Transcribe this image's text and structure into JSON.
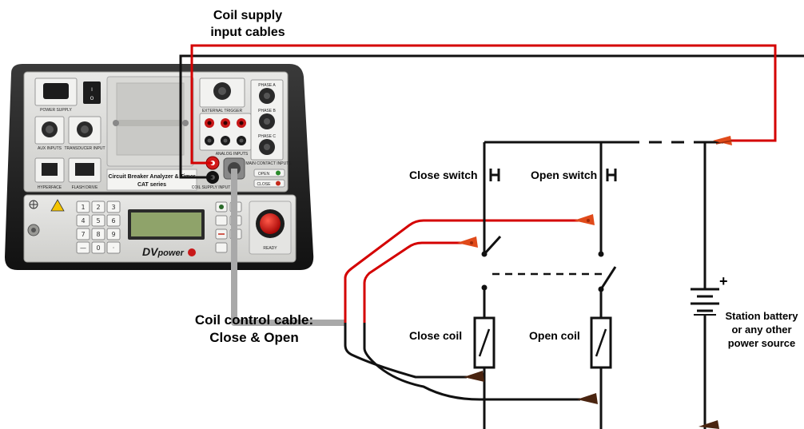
{
  "labels": {
    "coil_supply_line1": "Coil supply",
    "coil_supply_line2": "input cables",
    "coil_control_line1": "Coil control cable:",
    "coil_control_line2": "Close & Open",
    "close_switch": "Close switch",
    "open_switch": "Open switch",
    "close_coil": "Close coil",
    "open_coil": "Open coil",
    "battery_line1": "Station battery",
    "battery_line2": "or any other",
    "battery_line3": "power source",
    "battery_plus": "+"
  },
  "device": {
    "brand_prefix": "DV",
    "brand_main": "power",
    "product_line1": "Circuit Breaker Analyzer & Timer",
    "product_line2": "CAT series",
    "panel": {
      "power_supply": "POWER SUPPLY",
      "aux_inputs": "AUX INPUTS",
      "transducer_input": "TRANSDUCER INPUT",
      "hyperface": "HYPERFACE",
      "flash_drive": "FLASH DRIVE",
      "external_trigger": "EXTERNAL TRIGGER",
      "phase_a": "PHASE A",
      "phase_b": "PHASE B",
      "phase_c": "PHASE C",
      "analog_inputs": "ANALOG INPUTS",
      "coil_supply_input": "COIL SUPPLY INPUT",
      "main_contact_inputs": "MAIN CONTACT INPUTS",
      "open": "OPEN",
      "close": "CLOSE",
      "ready": "READY"
    },
    "keypad": [
      "1",
      "2",
      "3",
      "4",
      "5",
      "6",
      "7",
      "8",
      "9",
      "—",
      "0",
      "·"
    ]
  },
  "colors": {
    "supply_cable": "#d40000",
    "control_cable": "#a9a9a9",
    "wire": "#000000",
    "clip_red": "#e04a1a",
    "clip_dark": "#4a2410",
    "lcd": "#8fa36a"
  }
}
